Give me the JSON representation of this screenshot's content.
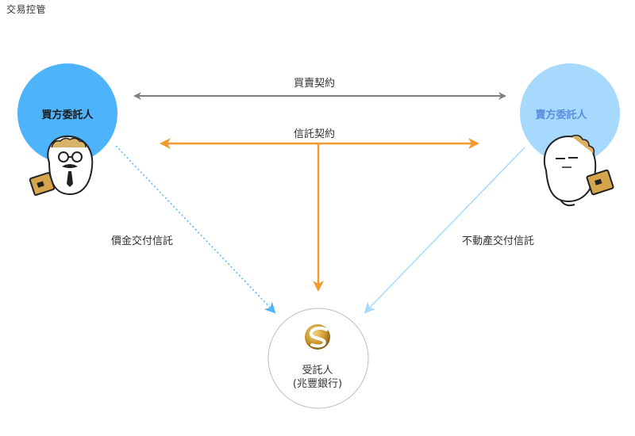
{
  "page": {
    "title": "交易控管"
  },
  "diagram": {
    "buyer": {
      "label": "買方委託人",
      "color": "#4db4fb"
    },
    "seller": {
      "label": "賣方委託人",
      "color": "#a7d8fd"
    },
    "trustee": {
      "name": "受託人",
      "bank": "(兆豐銀行)"
    },
    "edges": {
      "trade_contract": "買賣契約",
      "trust_contract": "信託契約",
      "price_trust": "價金交付信託",
      "realty_trust": "不動產交付信託"
    },
    "colors": {
      "gray_arrow": "#7f7f7f",
      "orange_arrow": "#f39a2e",
      "blue_dotted": "#4db4fb",
      "light_blue": "#a7d8fd",
      "bank_gold": "#c8962b"
    }
  }
}
